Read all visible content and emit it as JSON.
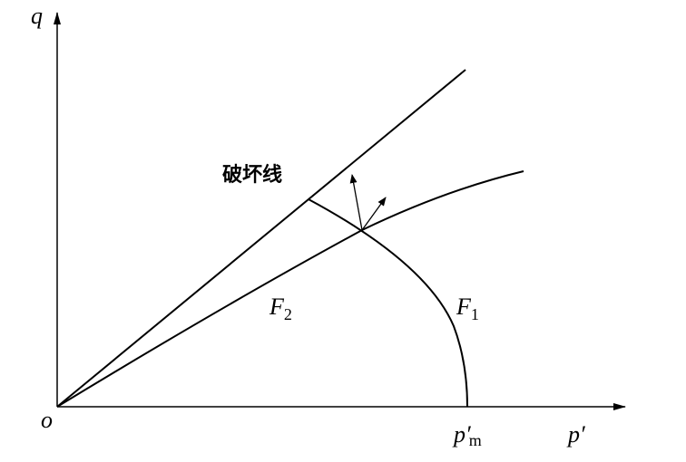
{
  "axes": {
    "y_label": "q",
    "x_label": "p′",
    "origin_label": "o"
  },
  "labels": {
    "failure_line": "破坏线",
    "f2_main": "F",
    "f2_sub": "2",
    "f1_main": "F",
    "f1_sub": "1",
    "pm_main": "p′",
    "pm_sub": "m"
  },
  "colors": {
    "line": "#000000",
    "background": "#ffffff"
  }
}
